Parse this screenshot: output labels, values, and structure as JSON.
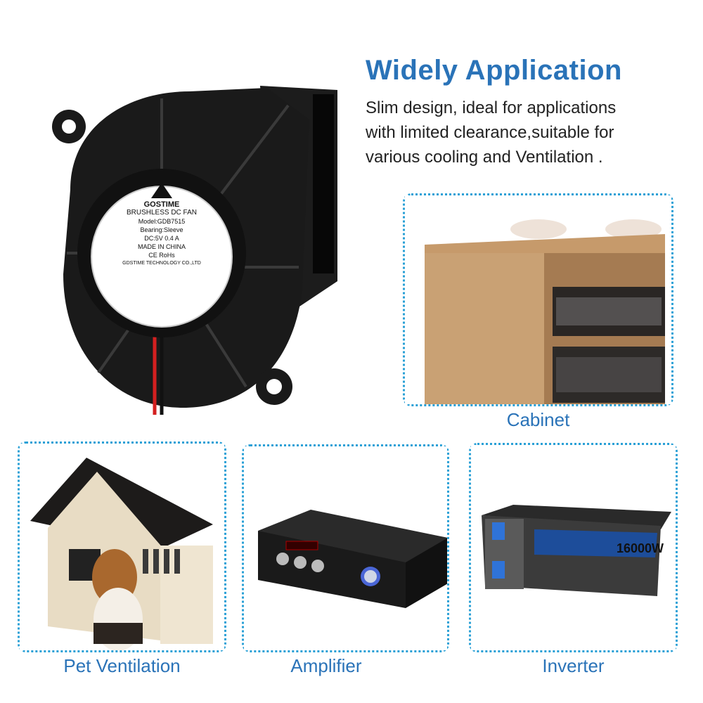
{
  "heading": "Widely Application",
  "description": [
    "Slim design, ideal for applications",
    "with limited clearance,suitable for",
    "various cooling and Ventilation ."
  ],
  "fan_label": {
    "brand": "GOSTIME",
    "type": "BRUSHLESS DC FAN",
    "model": "Model:GDB7515",
    "bearing": "Bearing:Sleeve",
    "power": "DC:5V  0.4 A",
    "origin": "MADE IN CHINA",
    "cert": "CE  RoHs",
    "company": "GDSTIME TECHNOLOGY CO.,LTD"
  },
  "applications": [
    {
      "caption": "Cabinet"
    },
    {
      "caption": "Pet Ventilation"
    },
    {
      "caption": "Amplifier"
    },
    {
      "caption": "Inverter"
    }
  ],
  "inverter_power": "16000W",
  "colors": {
    "accent": "#2a73b8",
    "frame": "#2aa0d6"
  }
}
